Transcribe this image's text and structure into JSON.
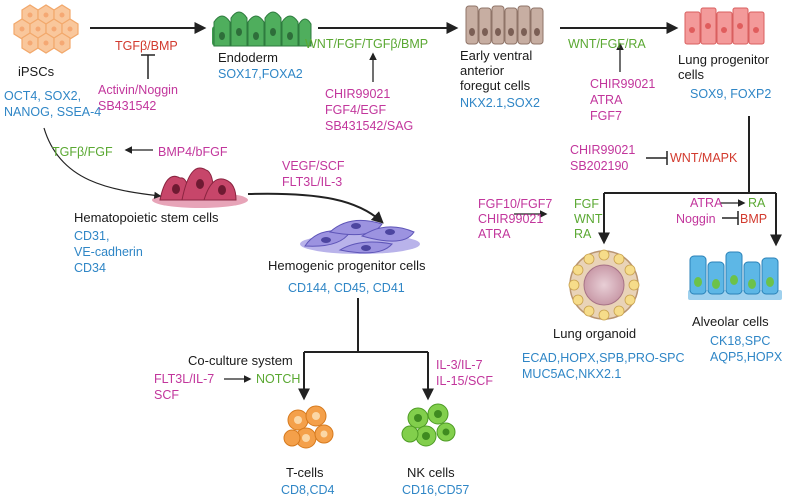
{
  "colors": {
    "marker_blue": "#2f86c6",
    "factor_pink": "#c2369c",
    "pathway_green": "#5aa832",
    "inhibitor_red": "#d23a2e",
    "arrow_black": "#222222",
    "ipsc_orange": "#f5b98a",
    "endoderm_green": "#3e9a4f",
    "foregut_tan": "#b59a8c",
    "lung_pink": "#ef8d8d",
    "hsc_maroon": "#b63b5c",
    "hemogenic_purple": "#8e86d6",
    "organoid_tan": "#d7b79a",
    "alveolar_blue": "#4aa8dc",
    "tcell_orange": "#f0953a",
    "nkcell_green": "#7ccc45"
  },
  "ipsc": {
    "label": "iPSCs",
    "markers": [
      "OCT4, SOX2,",
      "NANOG, SSEA-4"
    ]
  },
  "step_ipsc_endoderm": {
    "pathway": "TGFβ/BMP",
    "factors": [
      "Activin/Noggin",
      "SB431542"
    ]
  },
  "endoderm": {
    "label": "Endoderm",
    "markers": "SOX17,FOXA2"
  },
  "step_endoderm_foregut": {
    "pathway": "WNT/FGF/TGFβ/BMP",
    "factors": [
      "CHIR99021",
      "FGF4/EGF",
      "SB431542/SAG"
    ]
  },
  "foregut": {
    "label": [
      "Early ventral",
      "anterior",
      "foregut cells"
    ],
    "markers": "NKX2.1,SOX2"
  },
  "step_foregut_lung": {
    "pathway": "WNT/FGF/RA",
    "factors": [
      "CHIR99021",
      "ATRA",
      "FGF7"
    ]
  },
  "lung_progenitor": {
    "label": [
      "Lung progenitor",
      "cells"
    ],
    "markers": "SOX9, FOXP2"
  },
  "lung_branch": {
    "inhibitors": [
      "CHIR99021",
      "SB202190"
    ],
    "inhibited": "WNT/MAPK"
  },
  "organoid_step": {
    "factors": [
      "FGF10/FGF7",
      "CHIR99021",
      "ATRA"
    ],
    "pathways": [
      "FGF",
      "WNT",
      "RA"
    ]
  },
  "alveolar_step": {
    "atra": "ATRA",
    "ra": "RA",
    "noggin": "Noggin",
    "bmp": "BMP"
  },
  "lung_organoid": {
    "label": "Lung organoid",
    "markers": [
      "ECAD,HOPX,SPB,PRO-SPC",
      "MUC5AC,NKX2.1"
    ]
  },
  "alveolar": {
    "label": "Alveolar cells",
    "markers": [
      "CK18,SPC",
      "AQP5,HOPX"
    ]
  },
  "step_ipsc_hsc": {
    "pathway": "TGFβ/FGF",
    "factor": "BMP4/bFGF"
  },
  "hsc": {
    "label": "Hematopoietic stem cells",
    "markers": [
      "CD31,",
      "VE-cadherin",
      "CD34"
    ]
  },
  "step_hsc_hemogenic": {
    "factors": [
      "VEGF/SCF",
      "FLT3L/IL-3"
    ]
  },
  "hemogenic": {
    "label": "Hemogenic progenitor cells",
    "markers": "CD144, CD45, CD41"
  },
  "coculture": {
    "label": "Co-culture system",
    "factors": [
      "FLT3L/IL-7",
      "SCF"
    ],
    "pathway": "NOTCH"
  },
  "nk_factors": [
    "IL-3/IL-7",
    "IL-15/SCF"
  ],
  "tcells": {
    "label": "T-cells",
    "markers": "CD8,CD4"
  },
  "nkcells": {
    "label": "NK cells",
    "markers": "CD16,CD57"
  }
}
